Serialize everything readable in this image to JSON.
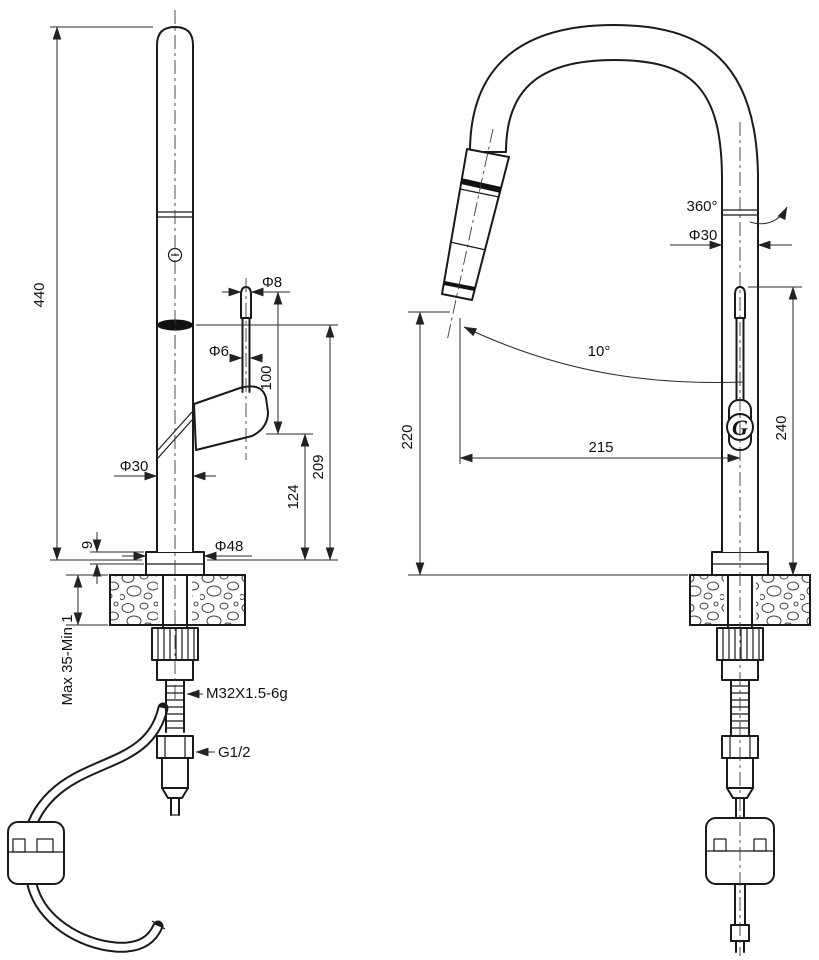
{
  "drawing": {
    "side_view": {
      "overall_height": "440",
      "lever_tip_dia": "Φ8",
      "lever_stem_dia": "Φ6",
      "lever_length": "100",
      "body_dia": "Φ30",
      "spout_height": "209",
      "pivot_height": "124",
      "flange_height": "9",
      "flange_dia": "Φ48",
      "mount_range": "Max 35-Min 1",
      "shank_thread": "M32X1.5-6g",
      "hose_thread": "G1/2"
    },
    "front_view": {
      "swivel": "360°",
      "body_dia": "Φ30",
      "spray_angle": "10°",
      "outlet_height": "220",
      "reach": "215",
      "handle_height": "240",
      "logo_letter": "G"
    }
  }
}
